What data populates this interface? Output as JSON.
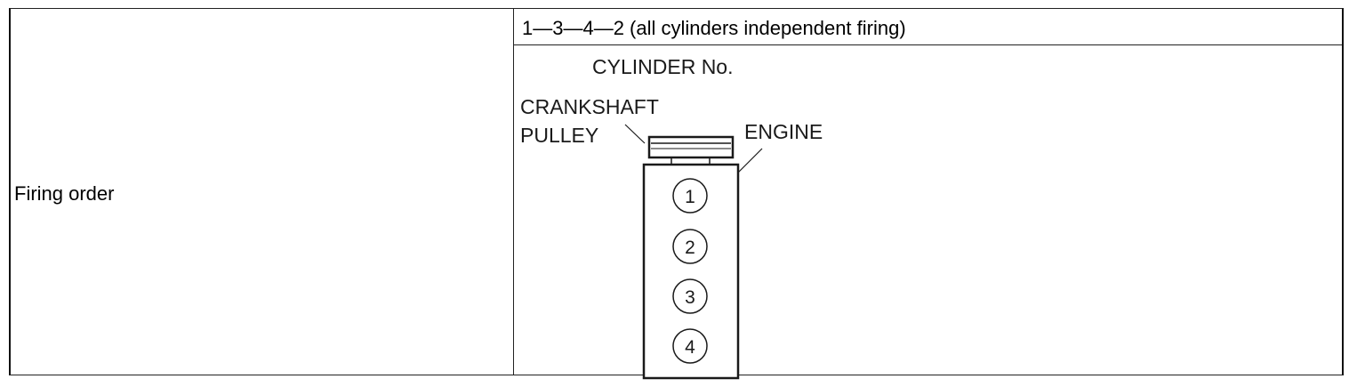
{
  "row": {
    "label": "Firing order",
    "value": "1—3—4—2 (all cylinders independent firing)"
  },
  "figure": {
    "title": "CYLINDER No.",
    "crankshaft_label_line1": "CRANKSHAFT",
    "crankshaft_label_line2": "PULLEY",
    "engine_label": "ENGINE",
    "cylinders": [
      "1",
      "2",
      "3",
      "4"
    ]
  }
}
